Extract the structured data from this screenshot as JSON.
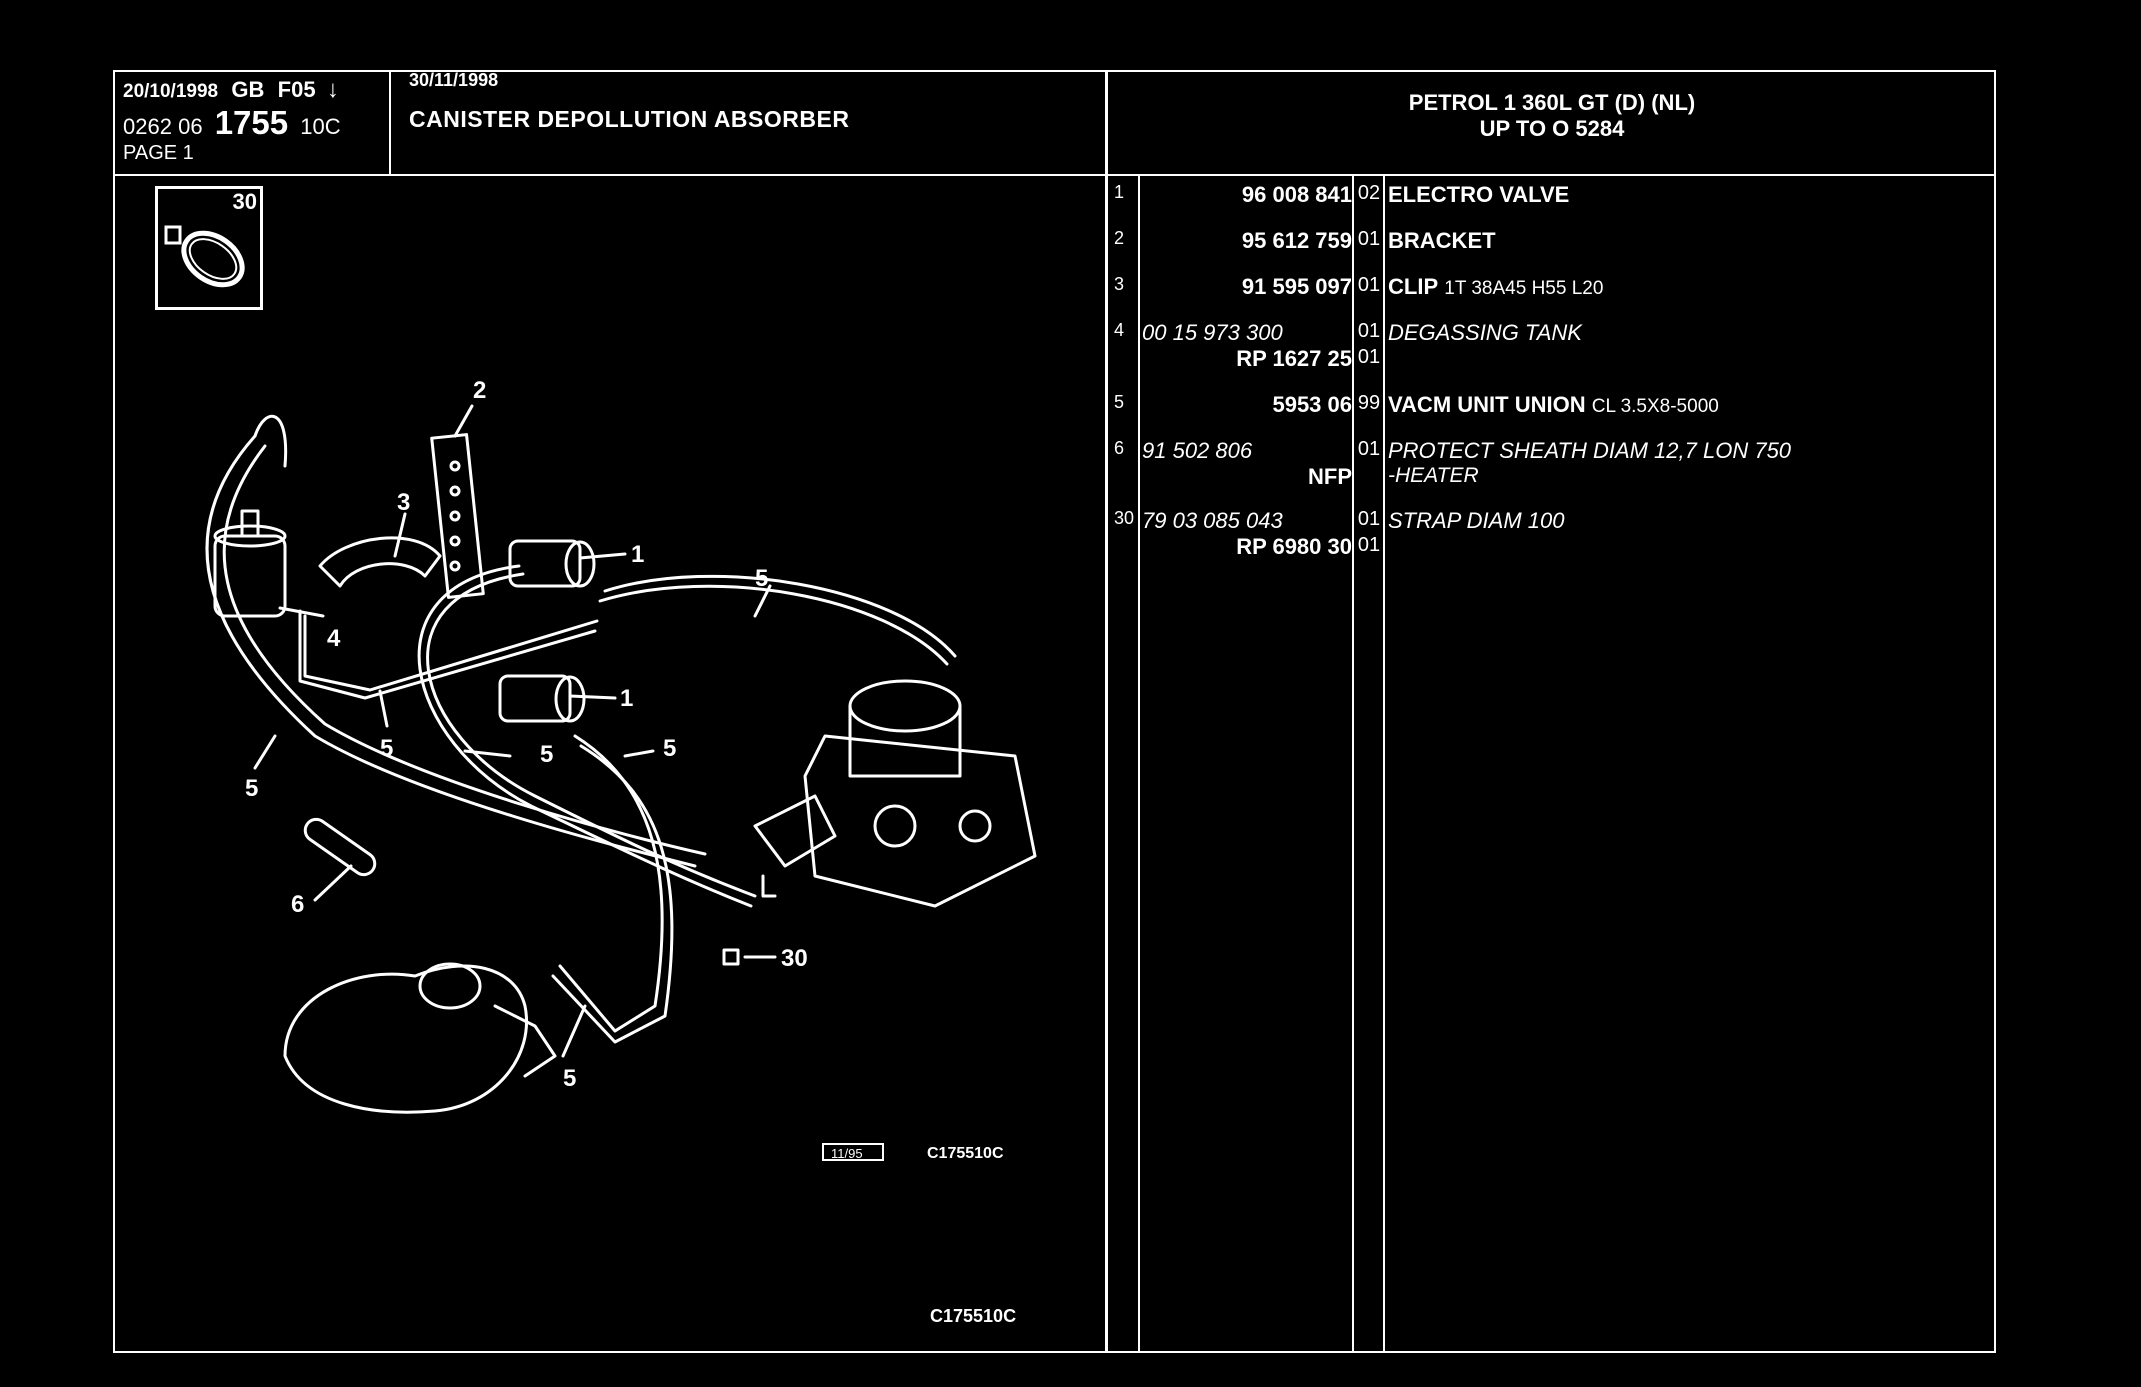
{
  "header": {
    "date": "20/10/1998",
    "lang": "GB",
    "ref": "F05",
    "arrow": "↓",
    "code_prefix": "0262",
    "code_mid": "06",
    "code_main": "1755",
    "code_suffix": "10C",
    "page": "PAGE 1",
    "date2": "30/11/1998",
    "title": "CANISTER DEPOLLUTION ABSORBER",
    "model_line1": "PETROL 1 360L GT (D) (NL)",
    "model_line2": "UP TO O 5284"
  },
  "diagram": {
    "thumb_number": "30",
    "labels": [
      "1",
      "1",
      "2",
      "3",
      "4",
      "5",
      "5",
      "5",
      "5",
      "5",
      "5",
      "6",
      "30"
    ],
    "small_date": "11/95",
    "small_code": "C175510C",
    "bottom_code": "C175510C"
  },
  "parts": [
    {
      "no": "1",
      "ref": "96 008 841",
      "qty": "02",
      "desc": "ELECTRO VALVE",
      "extra": ""
    },
    {
      "no": "2",
      "ref": "95 612 759",
      "qty": "01",
      "desc": "BRACKET",
      "extra": ""
    },
    {
      "no": "3",
      "ref": "91 595 097",
      "qty": "01",
      "desc": "CLIP",
      "extra": "1T 38A45 H55 L20"
    },
    {
      "no": "4",
      "ref": "00 15 973 300",
      "qty": "01",
      "desc": "DEGASSING TANK",
      "ref2": "RP 1627 25",
      "qty2": "01"
    },
    {
      "no": "5",
      "ref": "5953 06",
      "qty": "99",
      "desc": "VACM UNIT UNION",
      "extra": "CL 3.5X8-5000"
    },
    {
      "no": "6",
      "ref": "91 502 806",
      "qty": "01",
      "desc": "PROTECT SHEATH DIAM 12,7 LON 750",
      "ref2": "NFP",
      "desc2": "-HEATER"
    },
    {
      "no": "30",
      "ref": "79 03 085 043",
      "qty": "01",
      "desc": "STRAP DIAM 100",
      "ref2": "RP 6980 30",
      "qty2": "01"
    }
  ]
}
